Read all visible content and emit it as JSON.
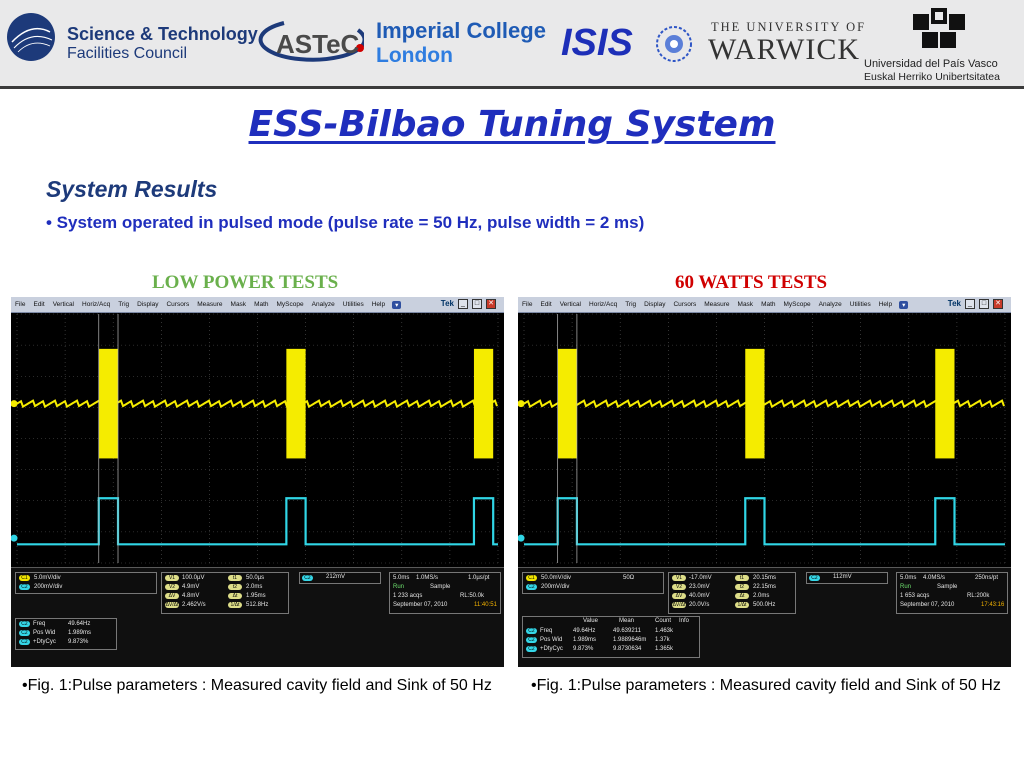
{
  "logos": {
    "stfc_line1": "Science & Technology",
    "stfc_line2": "Facilities Council",
    "astec": "ASTeC",
    "imperial_line1": "Imperial College",
    "imperial_line2": "London",
    "isis": "ISIS",
    "warwick_line1": "THE UNIVERSITY OF",
    "warwick_line2": "WARWICK",
    "upv_line1": "Universidad del País Vasco",
    "upv_line2": "Euskal Herriko Unibertsitatea"
  },
  "slide": {
    "title": "ESS-Bilbao Tuning System",
    "section_heading": "System Results",
    "bullet": "• System operated in pulsed mode (pulse rate = 50 Hz, pulse width = 2 ms)"
  },
  "colors": {
    "yellow_trace": "#f5ec00",
    "cyan_trace": "#30d6e6",
    "low_power_label": "#6ab04c",
    "sixty_watts_label": "#d00000",
    "title_blue": "#1f2ebd"
  },
  "panels": [
    {
      "label": "LOW POWER TESTS",
      "menu": [
        "File",
        "Edit",
        "Vertical",
        "Horiz/Acq",
        "Trig",
        "Display",
        "Cursors",
        "Measure",
        "Mask",
        "Math",
        "MyScope",
        "Analyze",
        "Utilities",
        "Help"
      ],
      "brand": "Tek",
      "pulse_positions": [
        0.19,
        0.58,
        0.97
      ],
      "pulse_width_fraction": 0.04,
      "ch1": {
        "scale": "5.0mV/div"
      },
      "ch2": {
        "scale": "200mV/div"
      },
      "cursors_v": [
        {
          "tag": "V1",
          "value": "100.0µV"
        },
        {
          "tag": "V2",
          "value": "4.9mV"
        },
        {
          "tag": "ΔV",
          "value": "4.8mV"
        },
        {
          "tag": "ΔV/Δt",
          "value": "2.462V/s"
        }
      ],
      "cursors_t": [
        {
          "tag": "t1",
          "value": "50.0µs"
        },
        {
          "tag": "t2",
          "value": "2.0ms"
        },
        {
          "tag": "Δt",
          "value": "1.95ms"
        },
        {
          "tag": "1/Δt",
          "value": "512.8Hz"
        }
      ],
      "trigger": {
        "tag": "C2",
        "level": "212mV"
      },
      "horizontal": {
        "time_div": "5.0ms",
        "sample_rate": "1.0MS/s",
        "resolution": "1.0µs/pt",
        "state": "Run",
        "mode": "Sample",
        "acqs": "1 233 acqs",
        "record_length": "RL:50.0k",
        "date": "September 07, 2010",
        "time": "11:40:51"
      },
      "measurements": {
        "headers": [],
        "rows": [
          {
            "tag": "C2",
            "name": "Freq",
            "value": "49.64Hz",
            "mean": "",
            "count": ""
          },
          {
            "tag": "C2",
            "name": "Pos Wid",
            "value": "1.989ms",
            "mean": "",
            "count": ""
          },
          {
            "tag": "C2",
            "name": "+DtyCyc",
            "value": "9.873%",
            "mean": "",
            "count": ""
          }
        ]
      },
      "caption": "•Fig. 1:Pulse parameters : Measured cavity field and Sink of 50 Hz"
    },
    {
      "label": "60 WATTS TESTS",
      "menu": [
        "File",
        "Edit",
        "Vertical",
        "Horiz/Acq",
        "Trig",
        "Display",
        "Cursors",
        "Measure",
        "Mask",
        "Math",
        "MyScope",
        "Analyze",
        "Utilities",
        "Help"
      ],
      "brand": "Tek",
      "pulse_positions": [
        0.09,
        0.48,
        0.875
      ],
      "pulse_width_fraction": 0.04,
      "ch1": {
        "scale": "50.0mV/div",
        "impedance": "50Ω"
      },
      "ch2": {
        "scale": "200mV/div"
      },
      "cursors_v": [
        {
          "tag": "V1",
          "value": "-17.0mV"
        },
        {
          "tag": "V2",
          "value": "23.0mV"
        },
        {
          "tag": "ΔV",
          "value": "40.0mV"
        },
        {
          "tag": "ΔV/Δt",
          "value": "20.0V/s"
        }
      ],
      "cursors_t": [
        {
          "tag": "t1",
          "value": "20.15ms"
        },
        {
          "tag": "t2",
          "value": "22.15ms"
        },
        {
          "tag": "Δt",
          "value": "2.0ms"
        },
        {
          "tag": "1/Δt",
          "value": "500.0Hz"
        }
      ],
      "trigger": {
        "tag": "C2",
        "level": "112mV"
      },
      "horizontal": {
        "time_div": "5.0ms",
        "sample_rate": "4.0MS/s",
        "resolution": "250ns/pt",
        "state": "Run",
        "mode": "Sample",
        "acqs": "1 653 acqs",
        "record_length": "RL:200k",
        "date": "September 07, 2010",
        "time": "17:43:16"
      },
      "measurements": {
        "headers": [
          "Value",
          "Mean",
          "Count",
          "Info"
        ],
        "rows": [
          {
            "tag": "C2",
            "name": "Freq",
            "value": "49.64Hz",
            "mean": "49.639211",
            "count": "1.463k"
          },
          {
            "tag": "C2",
            "name": "Pos Wid",
            "value": "1.989ms",
            "mean": "1.9889646m",
            "count": "1.37k"
          },
          {
            "tag": "C2",
            "name": "+DtyCyc",
            "value": "9.873%",
            "mean": "9.8730634",
            "count": "1.365k"
          }
        ]
      },
      "caption": "•Fig. 1:Pulse parameters : Measured cavity field and Sink of 50 Hz"
    }
  ]
}
